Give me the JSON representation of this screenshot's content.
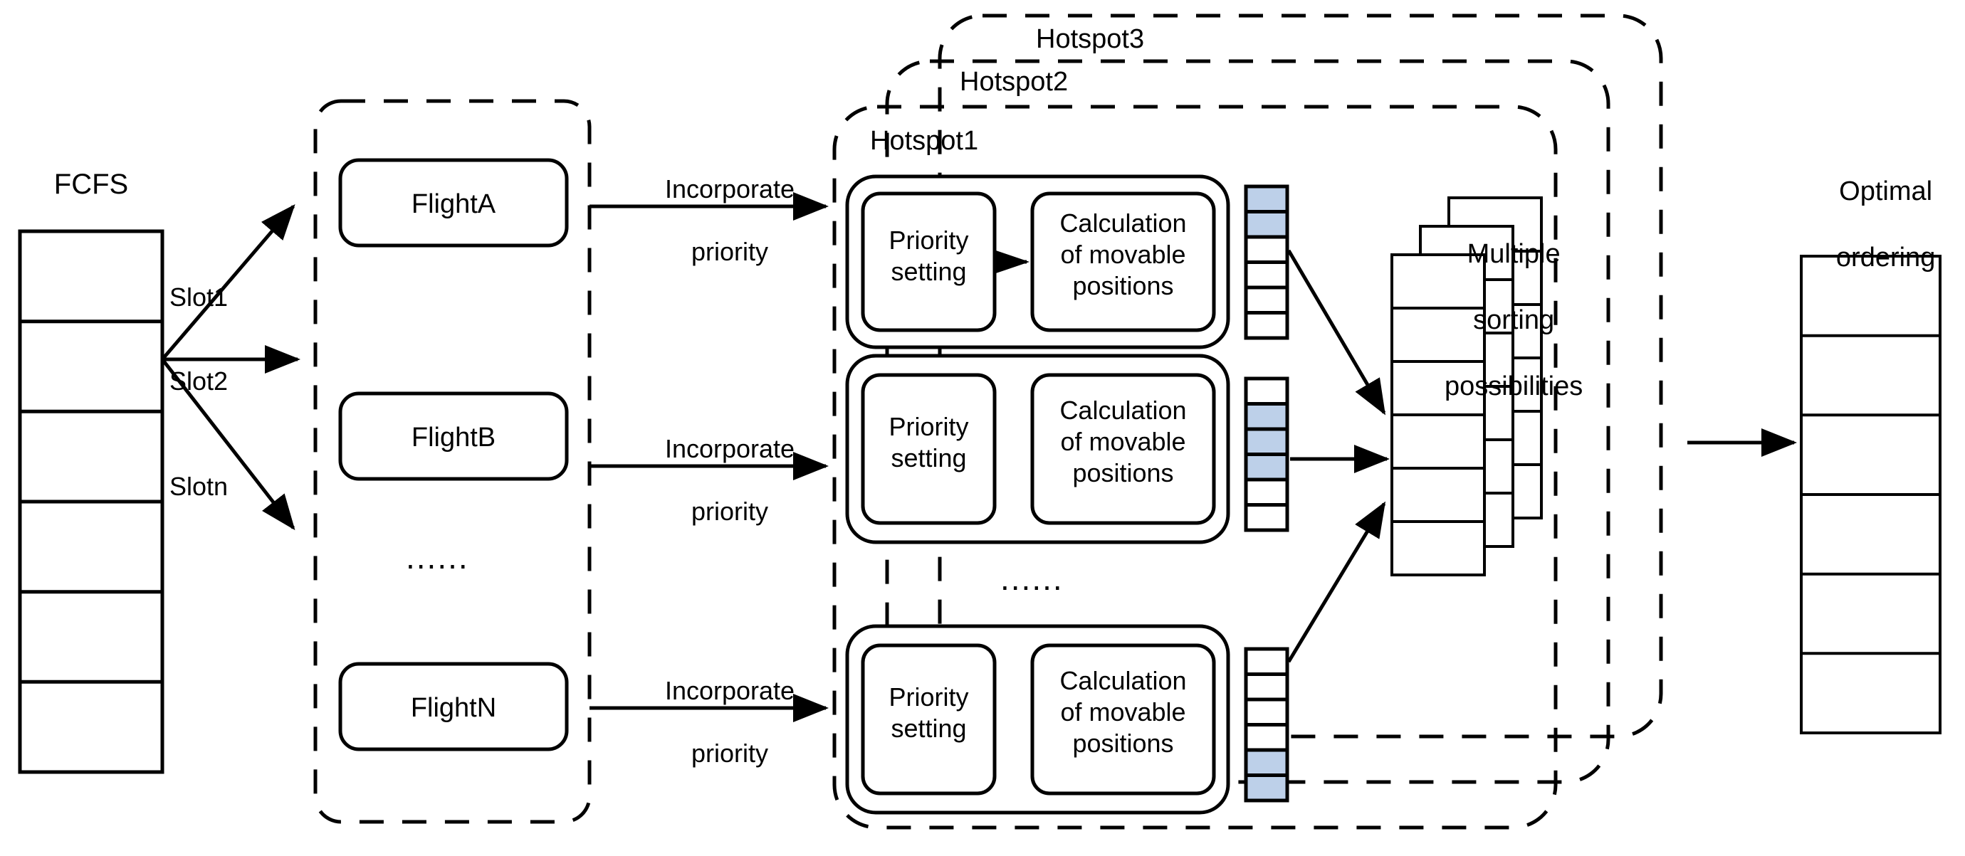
{
  "diagram": {
    "title_note": "Flight slot re-sequencing framework",
    "fcfs": {
      "label": "FCFS",
      "rows": 6,
      "row_fill": [
        "white",
        "white",
        "white",
        "white",
        "white",
        "white"
      ]
    },
    "slot_arrows": [
      {
        "label": "Slot1"
      },
      {
        "label": "Slot2"
      },
      {
        "label": "Slotn"
      }
    ],
    "flights_group": {
      "items": [
        {
          "label": "FlightA"
        },
        {
          "label": "FlightB"
        },
        {
          "label": "FlightN"
        }
      ],
      "ellipsis": "......"
    },
    "incorporate_arrows": [
      {
        "line1": "Incorporate",
        "line2": "priority"
      },
      {
        "line1": "Incorporate",
        "line2": "priority"
      },
      {
        "line1": "Incorporate",
        "line2": "priority"
      }
    ],
    "hotspots": [
      {
        "label": "Hotspot1"
      },
      {
        "label": "Hotspot2"
      },
      {
        "label": "Hotspot3"
      }
    ],
    "hotspot_rows": [
      {
        "priority_box": "Priority\nsetting",
        "calculation_box": "Calculation\nof movable\npositions",
        "slot_column": {
          "cells": 6,
          "fill": [
            "blue",
            "blue",
            "white",
            "white",
            "white",
            "white"
          ]
        }
      },
      {
        "priority_box": "Priority\nsetting",
        "calculation_box": "Calculation\nof movable\npositions",
        "slot_column": {
          "cells": 6,
          "fill": [
            "white",
            "blue",
            "blue",
            "blue",
            "white",
            "white"
          ]
        }
      },
      {
        "priority_box": "Priority\nsetting",
        "calculation_box": "Calculation\nof movable\npositions",
        "slot_column": {
          "cells": 6,
          "fill": [
            "white",
            "white",
            "white",
            "white",
            "blue",
            "blue"
          ]
        }
      }
    ],
    "hotspot_ellipsis": "......",
    "sorting_stack": {
      "label_line1": "Multiple",
      "label_line2": "sorting",
      "label_line3": "possibilities",
      "sheets": 3,
      "rows_per_sheet": 6
    },
    "optimal": {
      "label_line1": "Optimal",
      "label_line2": "ordering",
      "rows": 6
    },
    "colors": {
      "stroke": "#000000",
      "blue_fill": "#BDD0E9",
      "background": "#FFFFFF"
    }
  }
}
